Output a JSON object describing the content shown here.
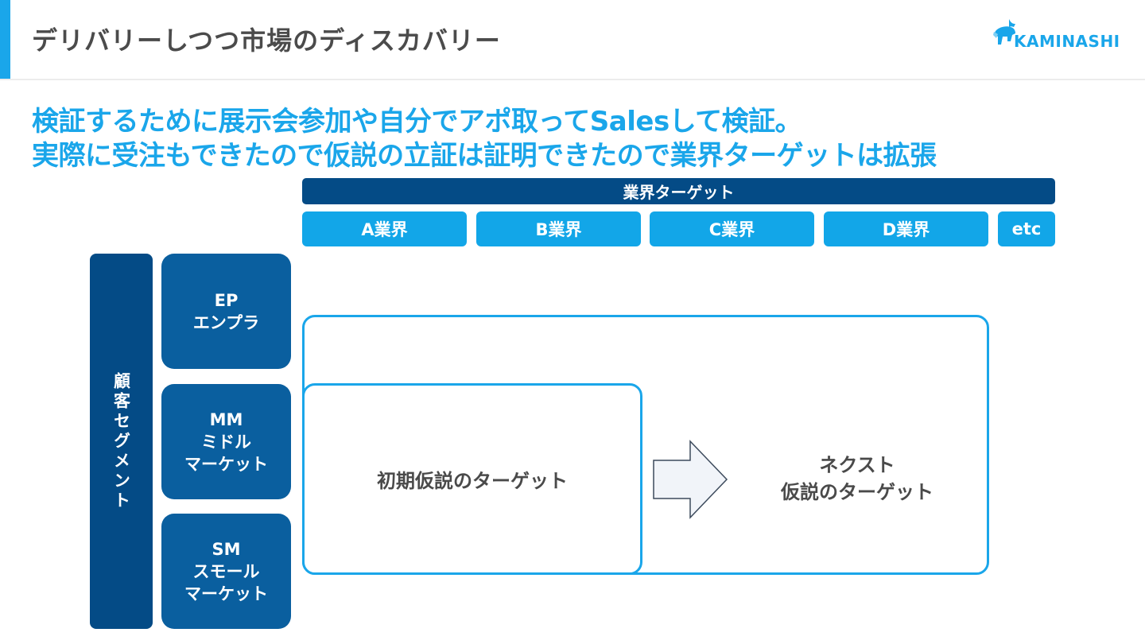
{
  "header": {
    "title": "デリバリーしつつ市場のディスカバリー",
    "logo_text": "KAMINASHI",
    "accent_color": "#1aa6ea"
  },
  "headline": {
    "line1": "検証するために展示会参加や自分でアポ取ってSalesして検証。",
    "line2": "実際に受注もできたので仮説の立証は証明できたので業界ターゲットは拡張"
  },
  "industry": {
    "header": "業界ターゲット",
    "cells": [
      "A業界",
      "B業界",
      "C業界",
      "D業界",
      "etc"
    ]
  },
  "segment": {
    "header": "顧客セグメント",
    "items": [
      {
        "code": "EP",
        "line1": "エンプラ",
        "line2": ""
      },
      {
        "code": "MM",
        "line1": "ミドル",
        "line2": "マーケット"
      },
      {
        "code": "SM",
        "line1": "スモール",
        "line2": "マーケット"
      }
    ]
  },
  "targets": {
    "initial": "初期仮説のターゲット",
    "next_line1": "ネクスト",
    "next_line2": "仮説のターゲット"
  },
  "colors": {
    "dark_navy": "#044b86",
    "segment_blue": "#0a5f9f",
    "light_blue": "#12a6e8",
    "text_gray": "#4a4a4a"
  }
}
